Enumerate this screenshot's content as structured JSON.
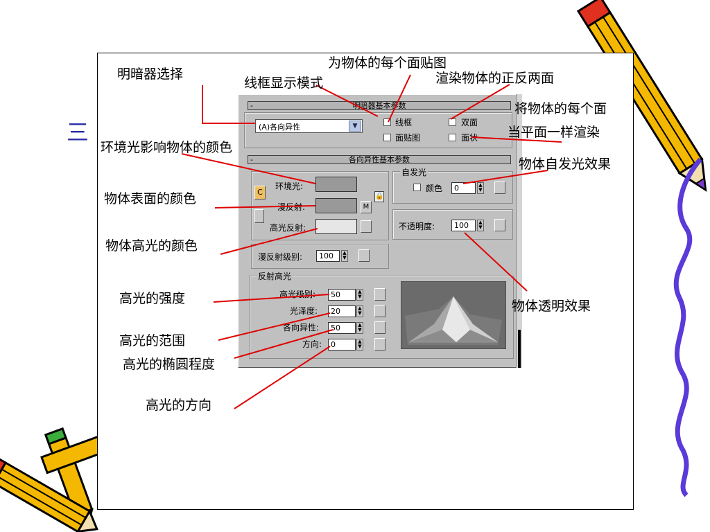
{
  "slide": {
    "title": "三"
  },
  "panel": {
    "rollout1": {
      "minus": "-",
      "title": "明暗器基本参数"
    },
    "shader_select": {
      "value": "(A)各向异性"
    },
    "checkboxes": {
      "wire": "线框",
      "two_sided": "双面",
      "face_map": "面贴图",
      "faceted": "面状"
    },
    "rollout2": {
      "minus": "-",
      "title": "各向异性基本参数"
    },
    "ambient_label": "环境光:",
    "diffuse_label": "漫反射:",
    "specular_label": "高光反射:",
    "lock_c": "C",
    "m_button": "M",
    "self_illum": {
      "group": "自发光",
      "color_label": "颜色",
      "value": "0"
    },
    "opacity": {
      "label": "不透明度:",
      "value": "100"
    },
    "diffuse_level": {
      "label": "漫反射级别:",
      "value": "100"
    },
    "specular_group": "反射高光",
    "spec_level": {
      "label": "高光级别:",
      "value": "50"
    },
    "glossiness": {
      "label": "光泽度:",
      "value": "20"
    },
    "anisotropy": {
      "label": "各向异性:",
      "value": "50"
    },
    "orientation": {
      "label": "方向:",
      "value": "0"
    }
  },
  "annotations": {
    "shader_select": "明暗器选择",
    "face_map": "为物体的每个面贴图",
    "wire": "线框显示模式",
    "two_sided": "渲染物体的正反两面",
    "faceted_1": "将物体的每个面",
    "faceted_2": "当平面一样渲染",
    "ambient": "环境光影响物体的颜色",
    "self_illum": "物体自发光效果",
    "diffuse": "物体表面的颜色",
    "specular": "物体高光的颜色",
    "spec_level": "高光的强度",
    "opacity": "物体透明效果",
    "glossiness": "高光的范围",
    "anisotropy": "高光的椭圆程度",
    "orientation": "高光的方向"
  },
  "colors": {
    "annotation_line": "#e00000",
    "title": "#2a2aa8",
    "panel_bg": "#c0c0c0",
    "swatch": "#999999",
    "spec_swatch": "#e6e6e6"
  }
}
